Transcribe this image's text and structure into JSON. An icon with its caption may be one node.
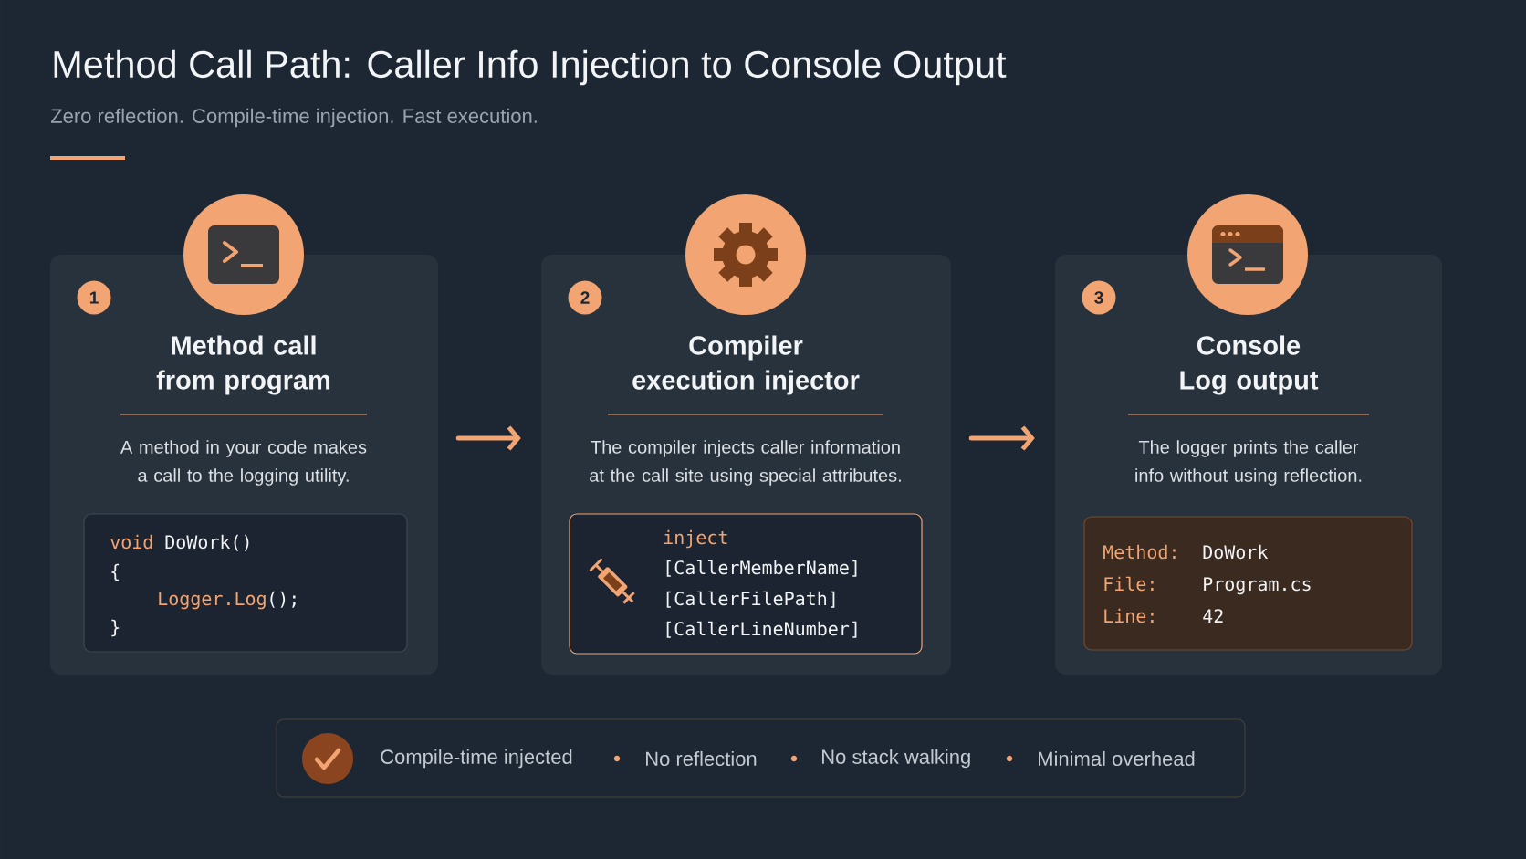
{
  "diagram": {
    "title": "Method Call Path: Caller Info Injection to Console Output",
    "nodes": [
      {
        "text": [
          "Method call from program",
          "A method in your code makes a call to the logging utility."
        ]
      },
      {
        "text": [
          "1"
        ],
        "in": 0
      },
      {
        "text": [
          "void",
          "DoWork()",
          "{",
          "Logger.Log",
          "();",
          "}"
        ],
        "in": 0
      },
      {
        "text": [
          "Compiler execution injector",
          "The compiler injects caller information at the call site using special attributes."
        ]
      },
      {
        "text": [
          "2"
        ],
        "in": 3
      },
      {
        "text": [
          "inject",
          "[CallerMemberName]",
          "[CallerFilePath]",
          "[CallerLineNumber]"
        ],
        "in": 3
      },
      {
        "text": [
          "Console Log output",
          "The logger prints the caller info without using reflection."
        ]
      },
      {
        "text": [
          "3"
        ],
        "in": 6
      },
      {
        "text": [
          "Method:",
          "DoWork",
          "File:",
          "Program.cs",
          "Line:",
          "42"
        ],
        "in": 6
      },
      {
        "text": [
          "Compile-time injected",
          "No reflection",
          "No stack walking",
          "Minimal overhead"
        ]
      }
    ],
    "edges": [
      {
        "from": 0,
        "to": 3,
        "arrow": "to"
      },
      {
        "from": 3,
        "to": 6,
        "arrow": "to"
      }
    ],
    "labels": [
      "Zero reflection. Compile-time injection. Fast execution."
    ]
  }
}
